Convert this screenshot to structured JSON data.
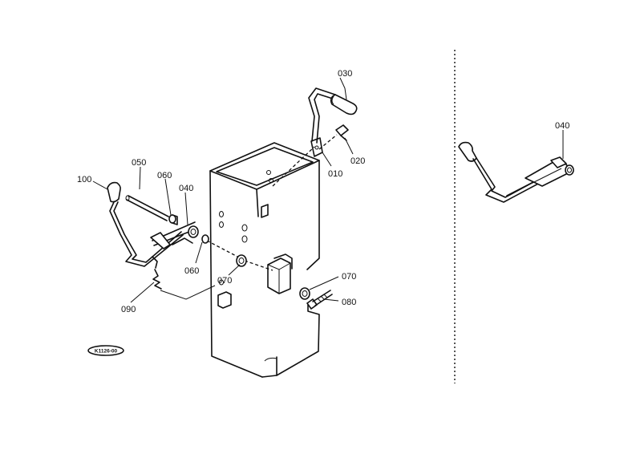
{
  "parts": {
    "p010": "010",
    "p020": "020",
    "p030": "030",
    "p040_main": "040",
    "p040_detail": "040",
    "p050": "050",
    "p060_upper": "060",
    "p060_lower": "060",
    "p070_center": "070",
    "p070_right": "070",
    "p080": "080",
    "p090": "090",
    "p100": "100"
  },
  "diagram_code": "K1126-00"
}
